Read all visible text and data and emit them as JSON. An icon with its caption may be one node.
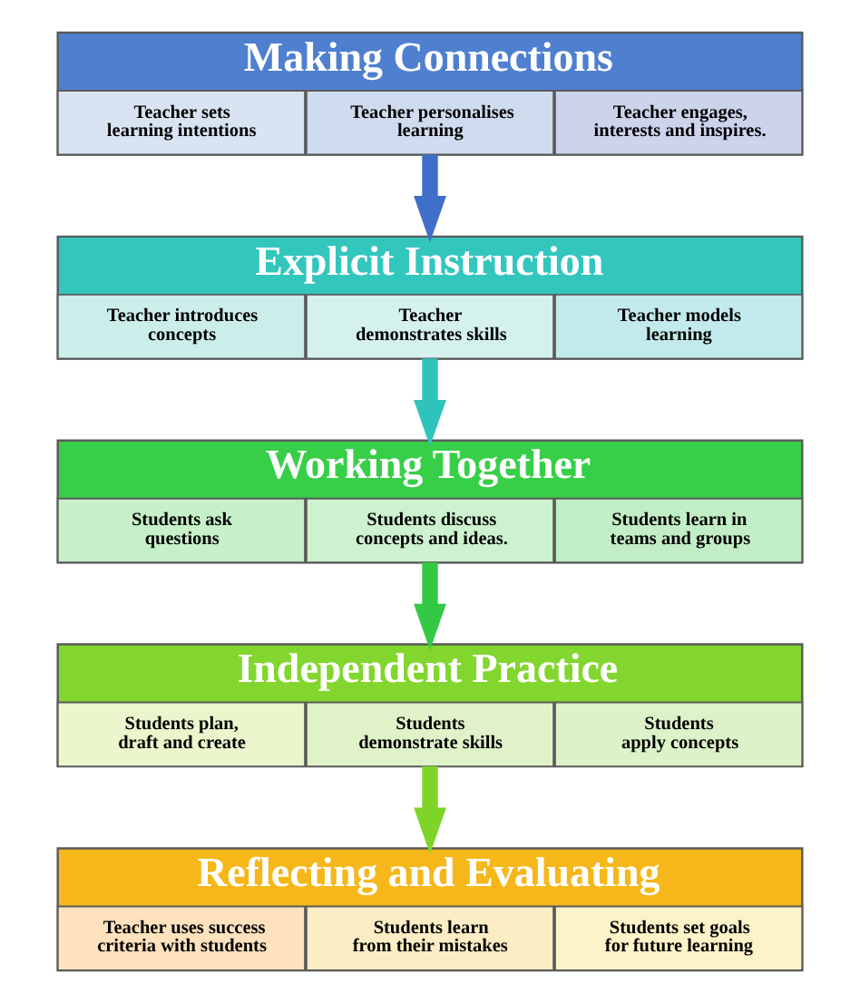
{
  "diagram": {
    "nodes": [
      {
        "text": [
          "Making Connections"
        ]
      },
      {
        "text": [
          "Teacher sets learning intentions"
        ],
        "in": 0
      },
      {
        "text": [
          "Teacher personalises learning"
        ],
        "in": 0
      },
      {
        "text": [
          "Teacher engages, interests and inspires."
        ],
        "in": 0
      },
      {
        "text": [
          "Explicit Instruction"
        ]
      },
      {
        "text": [
          "Teacher introduces concepts"
        ],
        "in": 4
      },
      {
        "text": [
          "Teacher demonstrates skills"
        ],
        "in": 4
      },
      {
        "text": [
          "Teacher models learning"
        ],
        "in": 4
      },
      {
        "text": [
          "Working Together"
        ]
      },
      {
        "text": [
          "Students ask questions"
        ],
        "in": 8
      },
      {
        "text": [
          "Students discuss concepts and ideas."
        ],
        "in": 8
      },
      {
        "text": [
          "Students learn in teams and groups"
        ],
        "in": 8
      },
      {
        "text": [
          "Independent Practice"
        ]
      },
      {
        "text": [
          "Students plan, draft and create"
        ],
        "in": 12
      },
      {
        "text": [
          "Students demonstrate skills"
        ],
        "in": 12
      },
      {
        "text": [
          "Students apply concepts"
        ],
        "in": 12
      },
      {
        "text": [
          "Reflecting and Evaluating"
        ]
      },
      {
        "text": [
          "Teacher uses success criteria with students"
        ],
        "in": 16
      },
      {
        "text": [
          "Students learn from their mistakes"
        ],
        "in": 16
      },
      {
        "text": [
          "Students set goals for future learning"
        ],
        "in": 16
      }
    ],
    "edges": [
      {
        "from": 0,
        "to": 4,
        "arrow": "to",
        "color": "#3f6fc8"
      },
      {
        "from": 4,
        "to": 8,
        "arrow": "to",
        "color": "#2fc4bb"
      },
      {
        "from": 8,
        "to": 12,
        "arrow": "to",
        "color": "#34c944"
      },
      {
        "from": 12,
        "to": 16,
        "arrow": "to",
        "color": "#7fd42a"
      }
    ]
  }
}
